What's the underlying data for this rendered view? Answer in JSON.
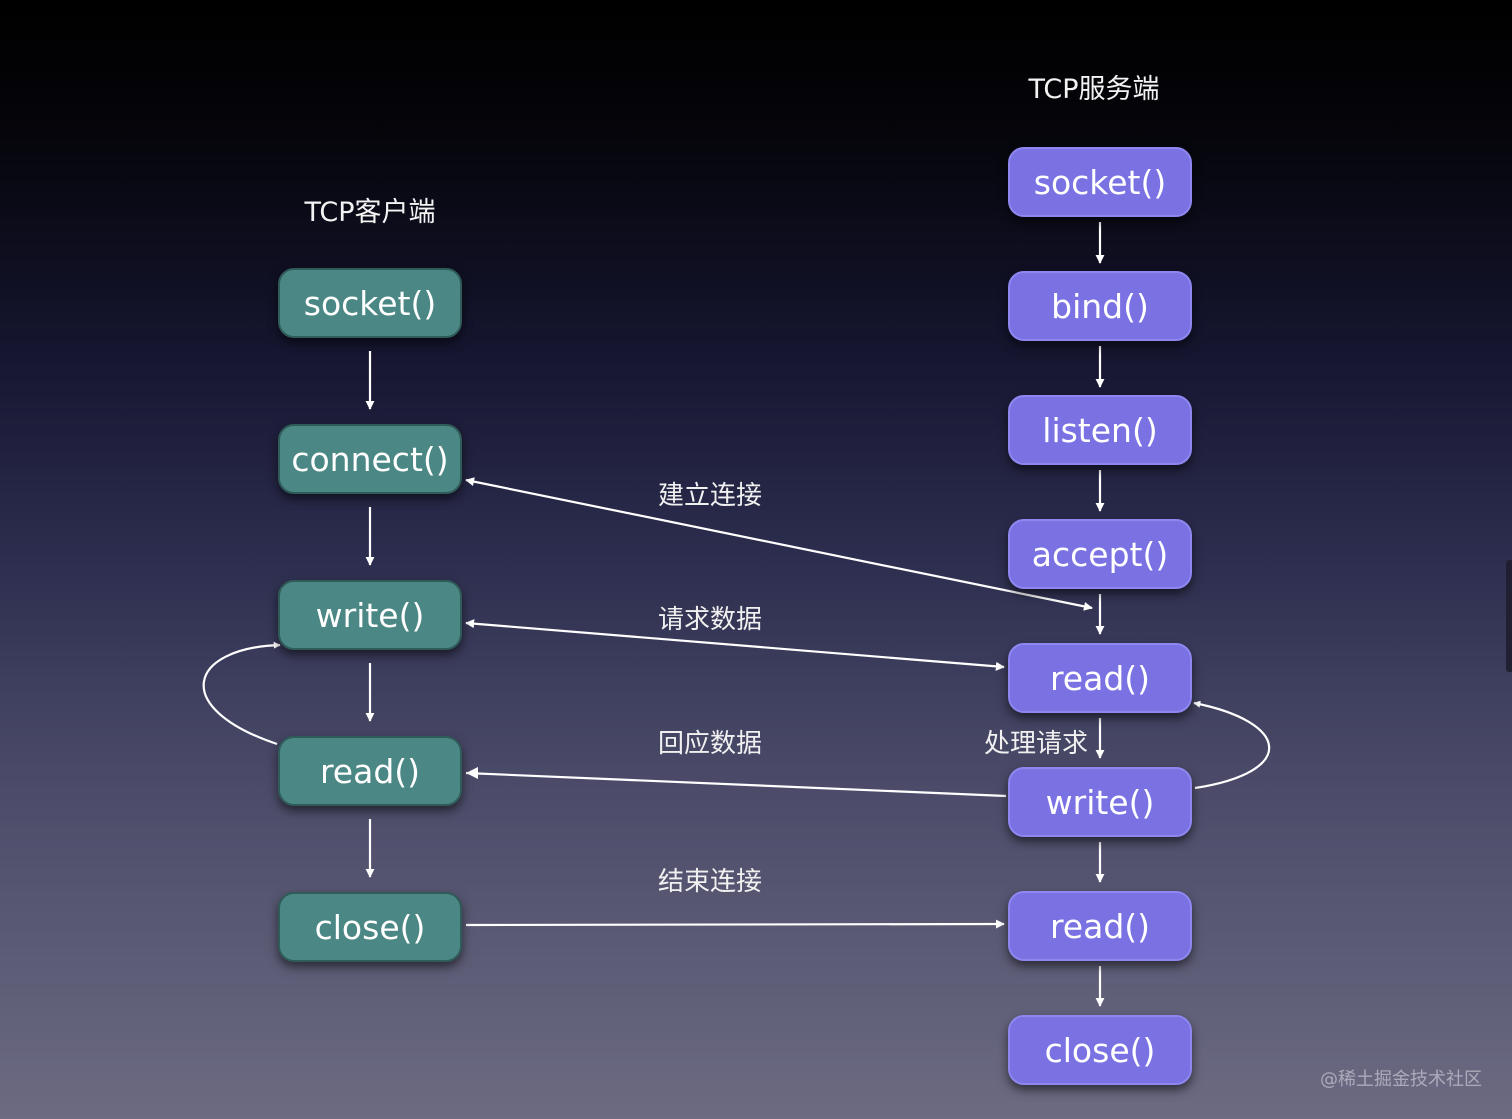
{
  "client": {
    "title": "TCP客户端",
    "nodes": [
      "socket()",
      "connect()",
      "write()",
      "read()",
      "close()"
    ]
  },
  "server": {
    "title": "TCP服务端",
    "nodes": [
      "socket()",
      "bind()",
      "listen()",
      "accept()",
      "read()",
      "write()",
      "read()",
      "close()"
    ]
  },
  "edge_labels": {
    "establish": "建立连接",
    "request": "请求数据",
    "respond": "回应数据",
    "process": "处理请求",
    "close": "结束连接"
  },
  "watermark": "@稀土掘金技术社区",
  "colors": {
    "client_node": "#4b8784",
    "server_node": "#7a72e2",
    "arrow": "#ffffff"
  }
}
